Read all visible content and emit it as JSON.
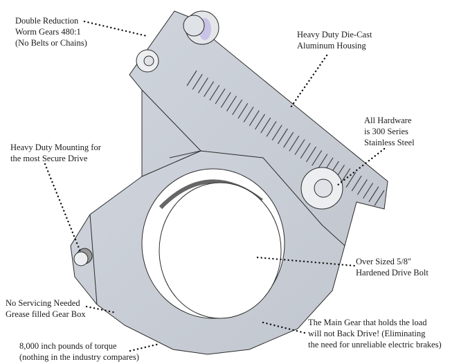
{
  "colors": {
    "metal": "#c9ced6",
    "outline": "#2a2a2a",
    "background": "#ffffff"
  },
  "callouts": [
    {
      "id": "worm-gears",
      "lines": [
        "Double Reduction",
        "Worm Gears 480:1",
        "(No Belts or Chains)"
      ]
    },
    {
      "id": "housing",
      "lines": [
        "Heavy Duty Die-Cast",
        "Aluminum Housing"
      ]
    },
    {
      "id": "hardware",
      "lines": [
        "All Hardware",
        "is 300 Series",
        "Stainless Steel"
      ]
    },
    {
      "id": "mounting",
      "lines": [
        "Heavy Duty Mounting for",
        "the most Secure Drive"
      ]
    },
    {
      "id": "drive-bolt",
      "lines": [
        "Over Sized 5/8\"",
        "Hardened Drive Bolt"
      ]
    },
    {
      "id": "servicing",
      "lines": [
        "No Servicing Needed",
        "Grease filled Gear Box"
      ]
    },
    {
      "id": "main-gear",
      "lines": [
        "The Main Gear that holds the load",
        "will not Back Drive! (Eliminating",
        "the need for unreliable electric brakes)"
      ]
    },
    {
      "id": "torque",
      "lines": [
        "8,000 inch  pounds of torque",
        "(nothing in the industry compares)"
      ]
    }
  ]
}
